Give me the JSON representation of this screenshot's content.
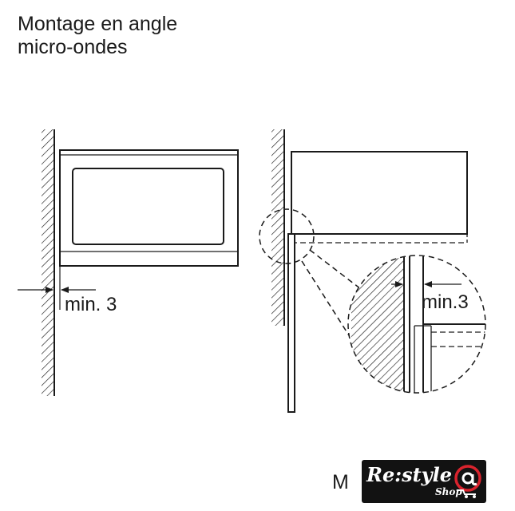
{
  "title": {
    "line1": "Montage en angle",
    "line2": "micro-ondes"
  },
  "dimensions": {
    "left": "min. 3",
    "detail": "min.3"
  },
  "footer": {
    "cutoff_text": "M"
  },
  "logo": {
    "main": "Re:style",
    "sub": "Shop",
    "icon": "at-sign-cart-icon",
    "accent": "#d9232d"
  },
  "colors": {
    "line": "#1a1a1a",
    "background": "#ffffff"
  }
}
